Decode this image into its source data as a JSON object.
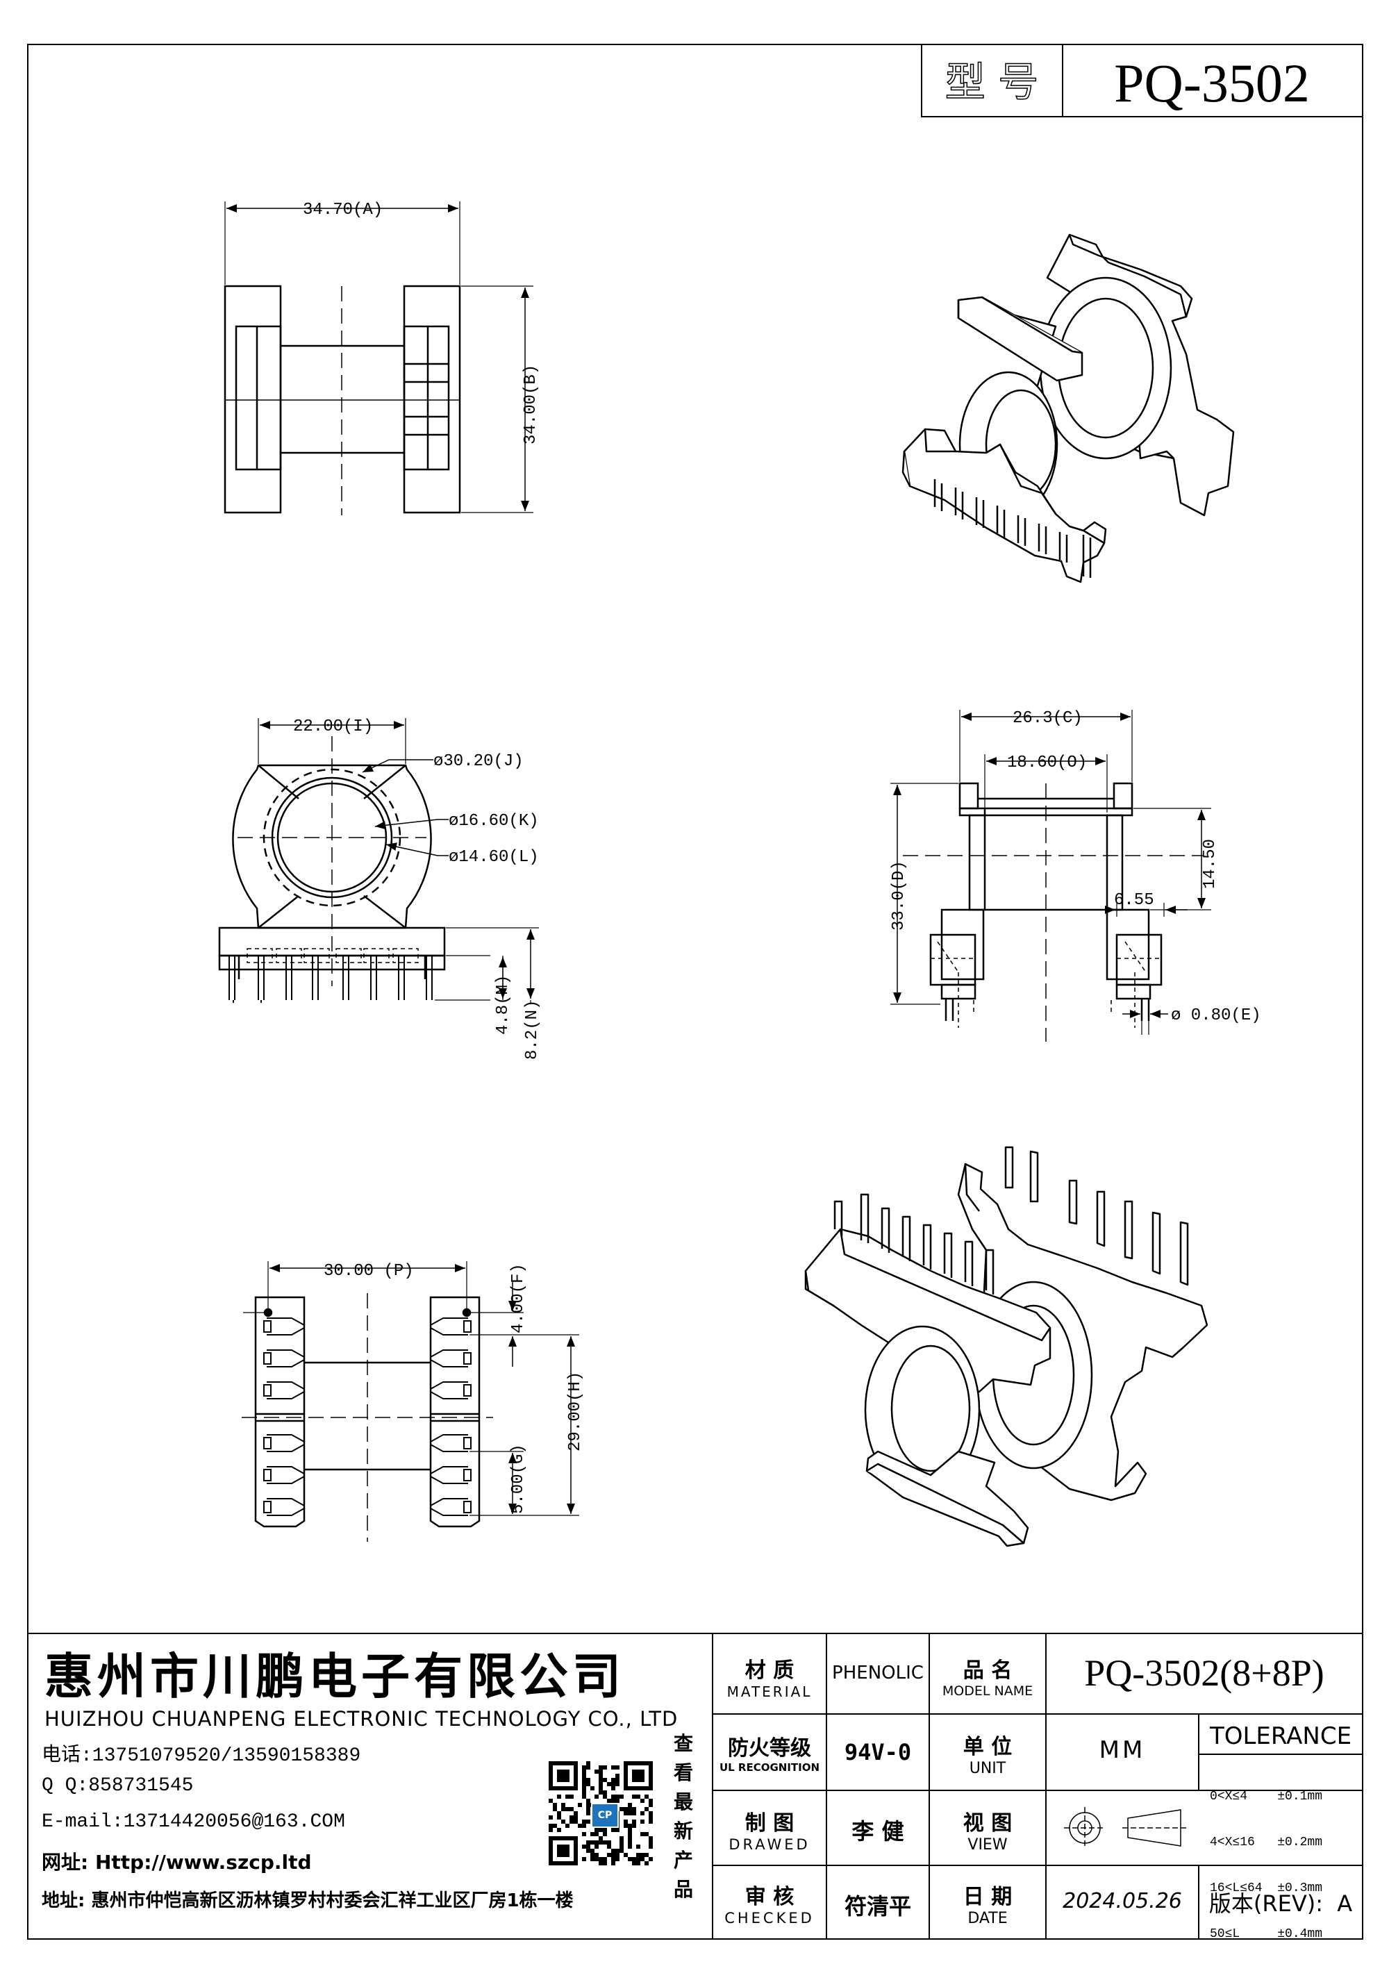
{
  "header": {
    "model_label": "型 号",
    "model_value": "PQ-3502"
  },
  "dims": {
    "top_view": {
      "A": "34.70(A)",
      "B": "34.00(B)"
    },
    "front_view": {
      "I": "22.00(I)",
      "J": "ø30.20(J)",
      "K": "ø16.60(K)",
      "L": "ø14.60(L)",
      "M": "4.8(M)",
      "N": "8.2(N)"
    },
    "side_view": {
      "C": "26.3(C)",
      "O": "18.60(O)",
      "D": "33.0(D)",
      "h1450": "14.50",
      "h655": "6.55",
      "E": "ø 0.80(E)"
    },
    "bottom_view": {
      "P": "30.00 (P)",
      "F": "4.00(F)",
      "H": "29.00(H)",
      "G": "5.00(G)"
    }
  },
  "company": {
    "name_cn": "惠州市川鹏电子有限公司",
    "name_en": "HUIZHOU CHUANPENG ELECTRONIC TECHNOLOGY CO., LTD",
    "phone": "电话:13751079520/13590158389",
    "qq": "Q Q:858731545",
    "email": "E-mail:13714420056@163.COM",
    "website": "网址: Http://www.szcp.ltd",
    "address": "地址: 惠州市仲恺高新区沥林镇罗村村委会汇祥工业区厂房1栋一楼",
    "qr_caption": [
      "查",
      "看",
      "最",
      "新",
      "产",
      "品"
    ],
    "qr_badge": "CP"
  },
  "table": {
    "material_cn": "材 质",
    "material_en": "MATERIAL",
    "material_value": "PHENOLIC",
    "model_cn": "品 名",
    "model_en": "MODEL NAME",
    "model_value": "PQ-3502(8+8P)",
    "fire_cn": "防火等级",
    "fire_en": "UL RECOGNITION",
    "fire_value": "94V-0",
    "unit_cn": "单 位",
    "unit_en": "UNIT",
    "unit_value": "MM",
    "tolerance_label": "TOLERANCE",
    "tolerances": [
      "0<X≤4    ±0.1mm",
      "4<X≤16   ±0.2mm",
      "16<L≤64  ±0.3mm",
      "50≤L     ±0.4mm"
    ],
    "drawn_cn": "制 图",
    "drawn_en": "DRAWED",
    "drawn_value": "李 健",
    "view_cn": "视 图",
    "view_en": "VIEW",
    "checked_cn": "审 核",
    "checked_en": "CHECKED",
    "checked_value": "符清平",
    "date_cn": "日 期",
    "date_en": "DATE",
    "date_value": "2024.05.26",
    "rev_label": "版本(REV):",
    "rev_value": "A"
  }
}
